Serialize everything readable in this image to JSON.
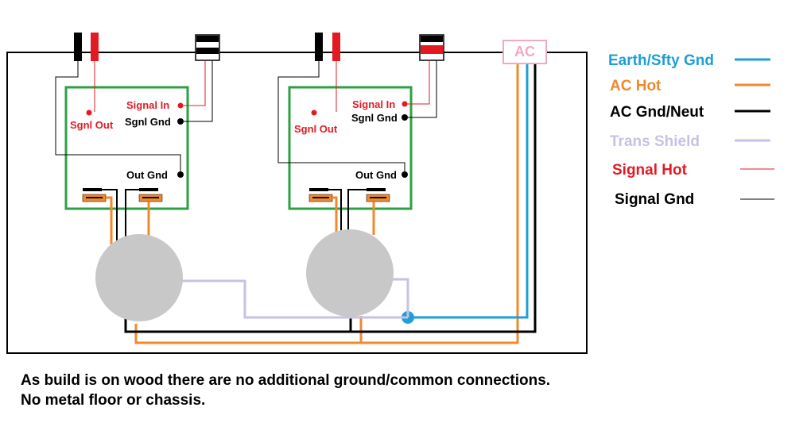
{
  "colors": {
    "earth": "#1e9fd6",
    "ac_hot": "#f0892e",
    "ac_gnd": "#000000",
    "shield": "#c7c2e3",
    "signal_hot": "#e21b23",
    "signal_gnd": "#000000",
    "board": "#2ea043",
    "ac_box": "#f1a9c3",
    "transformer": "#c8c8c8"
  },
  "ac_label": "AC",
  "amp_1": {
    "signal_in": "Signal In",
    "sgnl_gnd": "Sgnl Gnd",
    "sgnl_out": "Sgnl Out",
    "out_gnd": "Out Gnd"
  },
  "amp_2": {
    "signal_in": "Signal In",
    "sgnl_gnd": "Sgnl Gnd",
    "sgnl_out": "Sgnl Out",
    "out_gnd": "Out Gnd"
  },
  "legend": [
    {
      "label": "Earth/Sfty Gnd",
      "color": "#1e9fd6",
      "text_color": "#1e9fd6"
    },
    {
      "label": "AC Hot",
      "color": "#f0892e",
      "text_color": "#f0892e"
    },
    {
      "label": "AC Gnd/Neut",
      "color": "#000000",
      "text_color": "#000000"
    },
    {
      "label": "Trans Shield",
      "color": "#c7c2e3",
      "text_color": "#c7c2e3"
    },
    {
      "label": "Signal Hot",
      "color": "#e21b23",
      "text_color": "#e21b23"
    },
    {
      "label": "Signal Gnd",
      "color": "#000000",
      "text_color": "#000000"
    }
  ],
  "notes": {
    "line1": "As build is on wood there are no additional ground/common connections.",
    "line2": "No metal floor or chassis."
  }
}
